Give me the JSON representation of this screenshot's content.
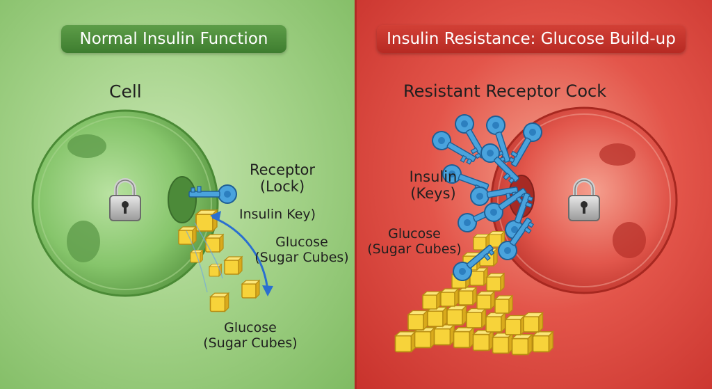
{
  "left": {
    "title": "Normal Insulin Function",
    "cell_label": "Cell",
    "receptor_label": "Receptor",
    "receptor_sub": "(Lock)",
    "key_label": "Insulin Key)",
    "glucose_mid_line1": "Glucose",
    "glucose_mid_line2": "(Sugar Cubes)",
    "glucose_bottom_line1": "Glucose",
    "glucose_bottom_line2": "(Sugar Cubes)"
  },
  "right": {
    "title": "Insulin Resistance: Glucose Build-up",
    "receptor_label": "Resistant Receptor  Cock",
    "insulin_line1": "Insulin",
    "insulin_line2": "(Keys)",
    "glucose_line1": "Glucose",
    "glucose_line2": "(Sugar Cubes)"
  },
  "colors": {
    "left_background": "#a5d38a",
    "right_background": "#e3554a",
    "left_title_bg": "#4a8a3a",
    "right_title_bg": "#c1322b",
    "key": "#4aa3dd",
    "glucose": "#f7d33a",
    "arrow": "#2a6fd0"
  },
  "icons": [
    "padlock-icon",
    "insulin-key-icon",
    "sugar-cube-icon",
    "arrow-icon"
  ]
}
